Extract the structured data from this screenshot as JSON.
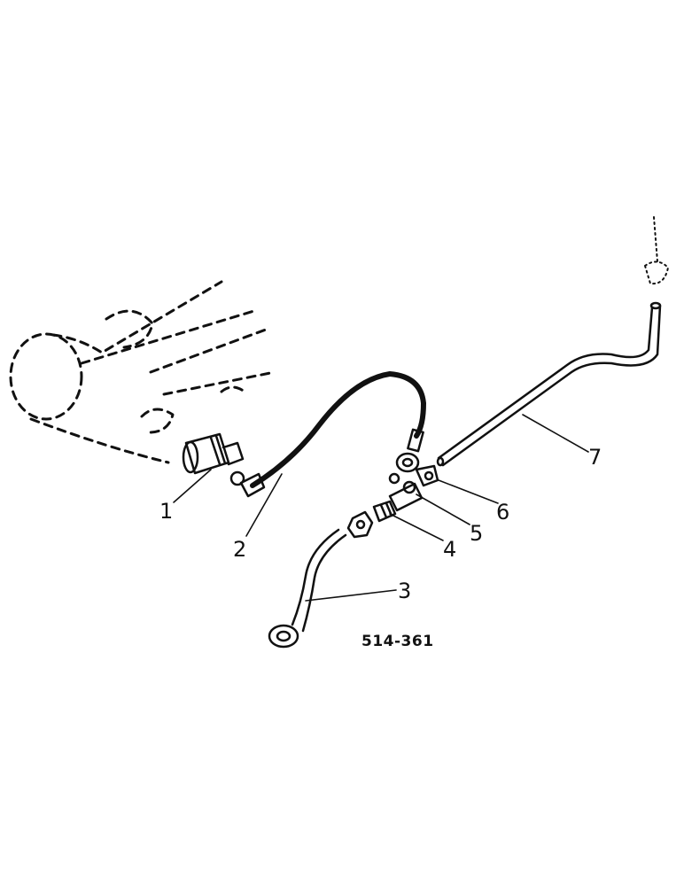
{
  "diagram": {
    "reference_number": "514-361",
    "callouts": [
      "1",
      "2",
      "3",
      "4",
      "5",
      "6",
      "7"
    ]
  }
}
